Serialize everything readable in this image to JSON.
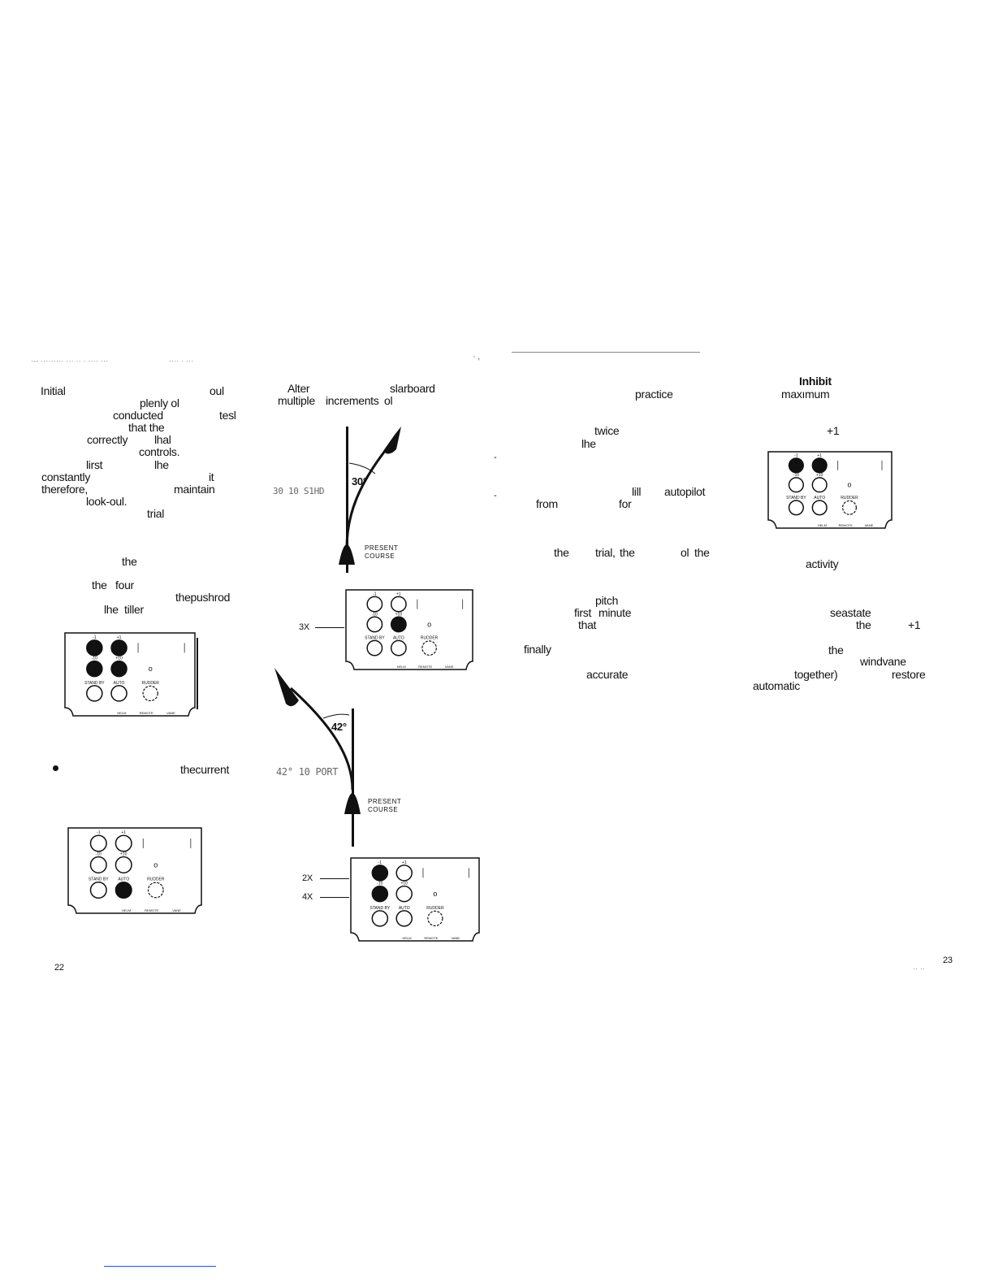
{
  "header": {
    "left_garble": "·-- ········· ··· ·· · ···· ···",
    "left_garble2": "···· · ···",
    "mid_mark": "· ,"
  },
  "col1": {
    "words": [
      "Initial",
      "oul",
      "plenly ol",
      "conducted",
      "tesl",
      "that the",
      "correctly",
      "lhal",
      "controls.",
      "lirst",
      "lhe",
      "constantly",
      "it",
      "therefore,",
      "maintain",
      "look-oul.",
      "trial",
      "the",
      "the",
      "four",
      "thepushrod",
      "lhe",
      "tiller",
      "thecurrent"
    ]
  },
  "col2": {
    "words": [
      "Alter",
      "slarboard",
      "multiple",
      "increments",
      "ol"
    ],
    "diagram1": {
      "angle_label": "30°",
      "side_text": "30 10 S1HD",
      "present_course": [
        "PRESENT",
        "COURSE"
      ]
    },
    "diagram2": {
      "angle_label": "42°",
      "side_text": "42° 10 PORT",
      "present_course": [
        "PRESENT",
        "COURSE"
      ]
    },
    "callouts": [
      "3X",
      "2X",
      "4X"
    ]
  },
  "col3": {
    "words": [
      "practice",
      "twice",
      "lhe",
      "lill",
      "autopilot",
      "from",
      "for",
      "the",
      "trial,",
      "the",
      "ol",
      "the",
      "pitch",
      "first",
      "minute",
      "that",
      "finally",
      "accurate"
    ]
  },
  "col4": {
    "words": [
      "Inhibit",
      "maxımum",
      "+1",
      "activity",
      "seastate",
      "the",
      "+1",
      "the",
      "windvane",
      "together)",
      "restore",
      "automatic"
    ]
  },
  "panel": {
    "top_labels": [
      "-1",
      "+1"
    ],
    "mid_labels": [
      "-10",
      "+10"
    ],
    "bottom_labels": [
      "STAND BY",
      "AUTO",
      "RUDDER"
    ],
    "footer_labels": [
      "HELM",
      "REMOTE",
      "VANE"
    ],
    "indicator": "o"
  },
  "page_numbers": {
    "left": "22",
    "right": "23",
    "right_sub": "·· ··"
  }
}
